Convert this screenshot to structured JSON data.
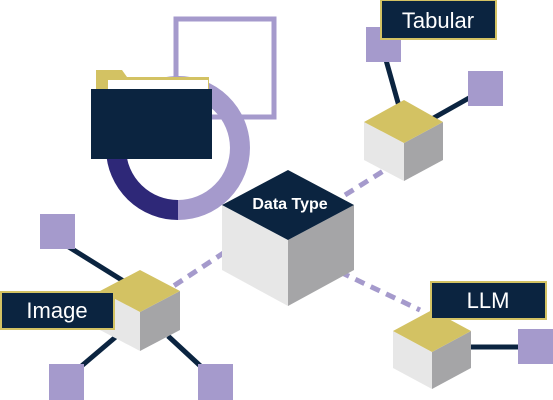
{
  "diagram": {
    "center": {
      "label": "Data Type"
    },
    "nodes": {
      "tabular": {
        "label": "Tabular"
      },
      "image": {
        "label": "Image"
      },
      "llm": {
        "label": "LLM"
      }
    }
  },
  "colors": {
    "navy": "#0b2440",
    "lavender": "#a59acc",
    "purple": "#2e2878",
    "gold": "#d3c263",
    "box_left": "#e7e7e7",
    "box_right": "#a5a5a7",
    "white": "#ffffff"
  }
}
